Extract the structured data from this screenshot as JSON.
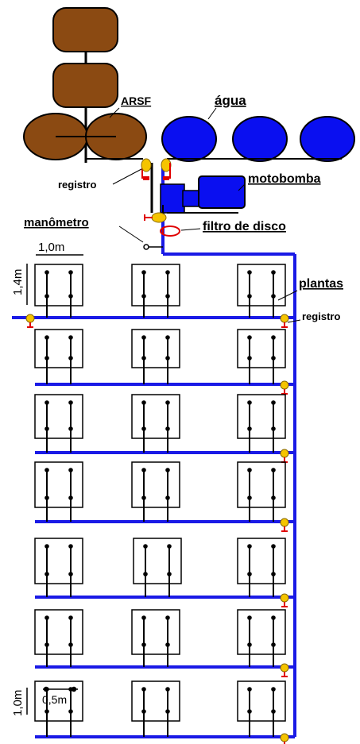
{
  "labels": {
    "arsf": "ARSF",
    "agua": "água",
    "registro_top": "registro",
    "motobomba": "motobomba",
    "manometro": "manômetro",
    "filtro": "filtro de disco",
    "dim_width": "1,0m",
    "dim_height": "1,4m",
    "plantas": "plantas",
    "registro_right": "registro",
    "dim_bottom_height": "1,0m",
    "dim_spacing": "0,5m"
  },
  "colors": {
    "brown": "#8b4a12",
    "blue": "#0a0ff0",
    "pipe": "#1a1ae6",
    "valve_yellow": "#f5c400",
    "valve_red": "#e00000",
    "black": "#000000"
  },
  "layout": {
    "plant_rows": 7,
    "plant_cols": 3
  }
}
